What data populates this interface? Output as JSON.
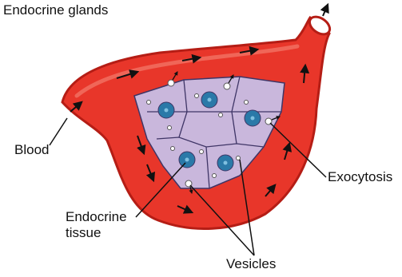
{
  "title": "Endocrine glands",
  "labels": {
    "blood": "Blood",
    "exocytosis": "Exocytosis",
    "endocrine_tissue": "Endocrine tissue",
    "vesicles": "Vesicles"
  },
  "colors": {
    "vessel": "#e8362a",
    "vessel_dark": "#b51d15",
    "vessel_highlight": "#f47a6c",
    "tissue": "#c9b7dc",
    "cell_outline": "#3f3566",
    "nucleus": "#2a79a8",
    "nucleus_center": "#7fc0e0",
    "arrow": "#111111",
    "background": "#ffffff"
  }
}
